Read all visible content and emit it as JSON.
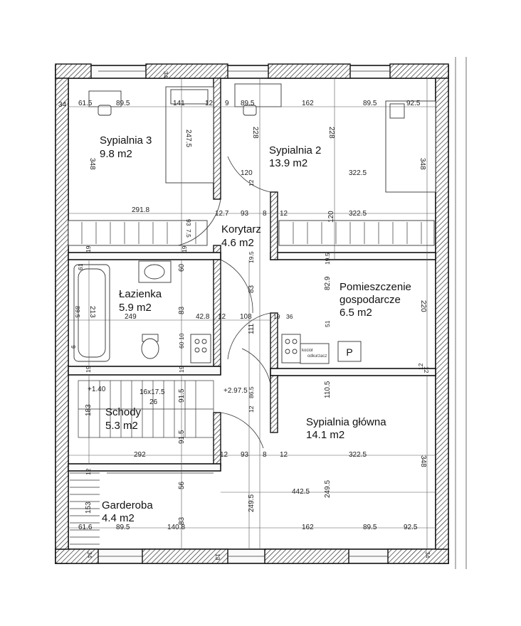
{
  "rooms": [
    {
      "id": "sypialnia-3",
      "name": "Sypialnia 3",
      "area": "9.8 m2"
    },
    {
      "id": "sypialnia-2",
      "name": "Sypialnia 2",
      "area": "13.9 m2"
    },
    {
      "id": "korytarz",
      "name": "Korytarz",
      "area": "4.6 m2"
    },
    {
      "id": "lazienka",
      "name": "Łazienka",
      "area": "5.9 m2"
    },
    {
      "id": "pomieszczenie",
      "name": "Pomieszczenie",
      "name2": "gospodarcze",
      "area": "6.5 m2"
    },
    {
      "id": "schody",
      "name": "Schody",
      "area": "5.3 m2"
    },
    {
      "id": "sypialnia-glowna",
      "name": "Sypialnia główna",
      "area": "14.1 m2"
    },
    {
      "id": "garderoba",
      "name": "Garderoba",
      "area": "4.4 m2"
    }
  ],
  "dimensions": {
    "d1": "34",
    "d2": "61.5",
    "d3": "89.5",
    "d4": "141",
    "d5": "12",
    "d6": "9",
    "d7": "89.5",
    "d8": "162",
    "d9": "89.5",
    "d10": "92.5",
    "d11": "247.5",
    "d12": "228",
    "d13": "228",
    "d14": "348",
    "d15": "348",
    "d16": "120",
    "d17": "322.5",
    "d18": "12",
    "d19": "291.8",
    "d20": "12.7",
    "d21": "93",
    "d22": "8",
    "d23": "12",
    "d24": "120",
    "d25": "322.5",
    "d26": "7.5",
    "d27": "93",
    "d28": "19",
    "d29": "19",
    "d30": "19.5",
    "d31": "82.9",
    "d32": "19.5",
    "d33": "61",
    "d34": "60",
    "d35": "83",
    "d36": "83",
    "d37": "89.5",
    "d38": "213",
    "d39": "249",
    "d40": "42.8",
    "d41": "12",
    "d42": "108",
    "d43": "19",
    "d44": "36",
    "d45": "51",
    "d46": "220",
    "d47": "111",
    "d48": "6",
    "d49": "60",
    "d50": "10",
    "d51": "19",
    "d52": "19",
    "d53": "12",
    "d54": "110.5",
    "d55": "+1.40",
    "d56": "16x17.5",
    "d57": "26",
    "d58": "+2.97.5",
    "d59": "183",
    "d60": "91.5",
    "d61": "86.5",
    "d62": "12",
    "d63": "91.5",
    "d64": "292",
    "d65": "12",
    "d66": "93",
    "d67": "8",
    "d68": "12",
    "d69": "322.5",
    "d70": "348",
    "d71": "12",
    "d72": "56",
    "d73": "249.5",
    "d74": "249.5",
    "d75": "442.5",
    "d76": "153",
    "d77": "83",
    "d78": "61.6",
    "d79": "89.5",
    "d80": "140.8",
    "d81": "162",
    "d82": "89.5",
    "d83": "92.5",
    "d84": "34",
    "d85": "34",
    "d86": "12",
    "d87": "34",
    "d88": "13"
  },
  "labels": {
    "p_mark": "P",
    "kociol": "kocioł",
    "odkurzacz": "odkurzacz"
  },
  "colors": {
    "wall_line": "#111111",
    "paper": "#ffffff"
  }
}
